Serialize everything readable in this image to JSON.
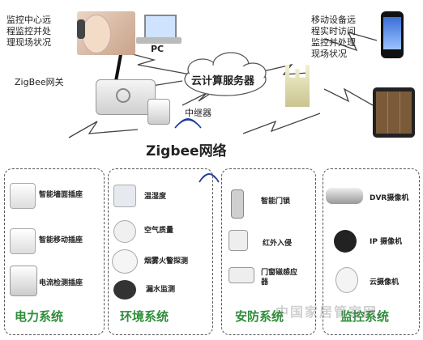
{
  "monitor_center": {
    "text_lines": [
      "监控中心远",
      "程监控并处",
      "理现场状况"
    ]
  },
  "pc": {
    "label": "PC"
  },
  "gateway": {
    "label": "ZigBee网关"
  },
  "cloud": {
    "label": "云计算服务器"
  },
  "mobile": {
    "text_lines": [
      "移动设备远",
      "程实时访问",
      "监控并处理",
      "现场状况"
    ]
  },
  "repeater": {
    "label": "中继器"
  },
  "network": {
    "label_en": "Zigbee",
    "label_cn": "网络"
  },
  "groups": {
    "power": {
      "title": "电力系统",
      "items": [
        "智能墙面插座",
        "智能移动插座",
        "电流检测插座"
      ]
    },
    "env": {
      "title": "环境系统",
      "items": [
        "温湿度",
        "空气质量",
        "烟雾火警探测",
        "漏水监测"
      ]
    },
    "security": {
      "title": "安防系统",
      "items": [
        "智能门锁",
        "红外入侵",
        "门窗磁感应",
        "器"
      ]
    },
    "monitor": {
      "title": "监控系统",
      "items": [
        "DVR摄像机",
        "IP 摄像机",
        "云摄像机"
      ]
    }
  },
  "watermark": "中国家居管家网",
  "colors": {
    "group_title": "#2f8e3a",
    "line": "#444444",
    "cloud_fill": "#ffffff"
  }
}
